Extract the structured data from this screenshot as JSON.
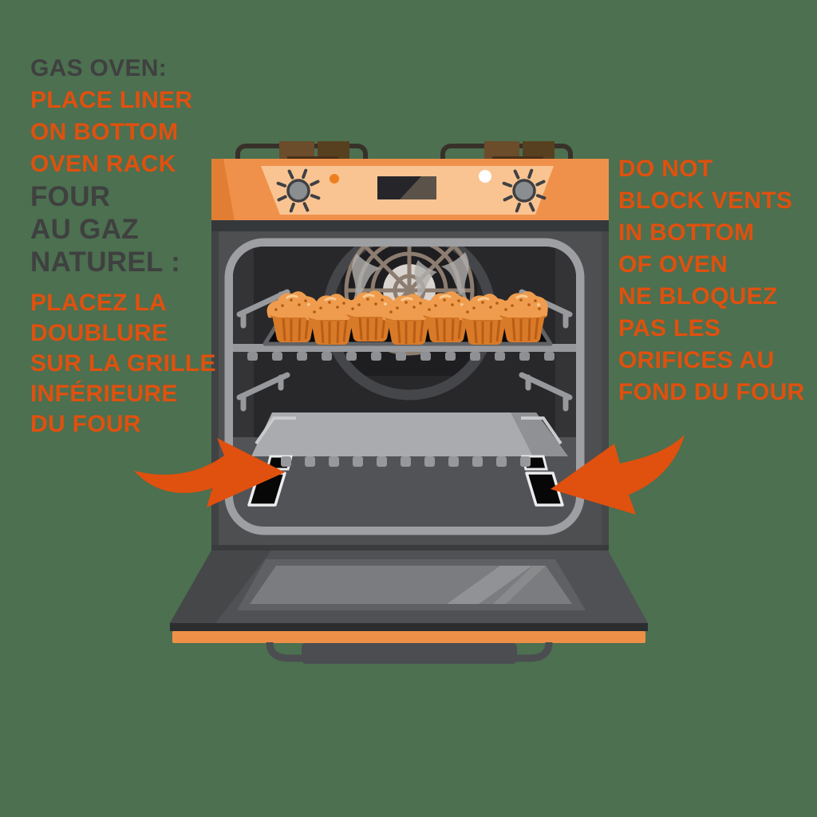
{
  "colors": {
    "background": "#4c7050",
    "accent_orange": "#e0500e",
    "dark_text": "#3f4040",
    "panel_orange": "#f0914b",
    "panel_inner_orange": "#f9c492",
    "oven_body_gray": "#4d4f51",
    "liner_gray": "#a9abae",
    "vent_black": "#070708"
  },
  "left_block": {
    "lines": [
      {
        "text": "GAS OVEN:"
      },
      {
        "text": "PLACE LINER"
      },
      {
        "text": "ON BOTTOM"
      },
      {
        "text": "OVEN RACK"
      },
      {
        "text": "FOUR"
      },
      {
        "text": "AU GAZ"
      },
      {
        "text": "NATUREL :"
      },
      {
        "text": "PLACEZ LA"
      },
      {
        "text": "DOUBLURE"
      },
      {
        "text": "SUR LA GRILLE"
      },
      {
        "text": "INFÉRIEURE"
      },
      {
        "text": "DU FOUR"
      }
    ]
  },
  "right_block": {
    "lines": [
      {
        "text": "DO NOT"
      },
      {
        "text": "BLOCK VENTS"
      },
      {
        "text": "IN BOTTOM"
      },
      {
        "text": "OF OVEN"
      },
      {
        "text": "NE BLOQUEZ"
      },
      {
        "text": "PAS LES"
      },
      {
        "text": "ORIFICES AU"
      },
      {
        "text": "FOND DU FOUR"
      }
    ]
  }
}
